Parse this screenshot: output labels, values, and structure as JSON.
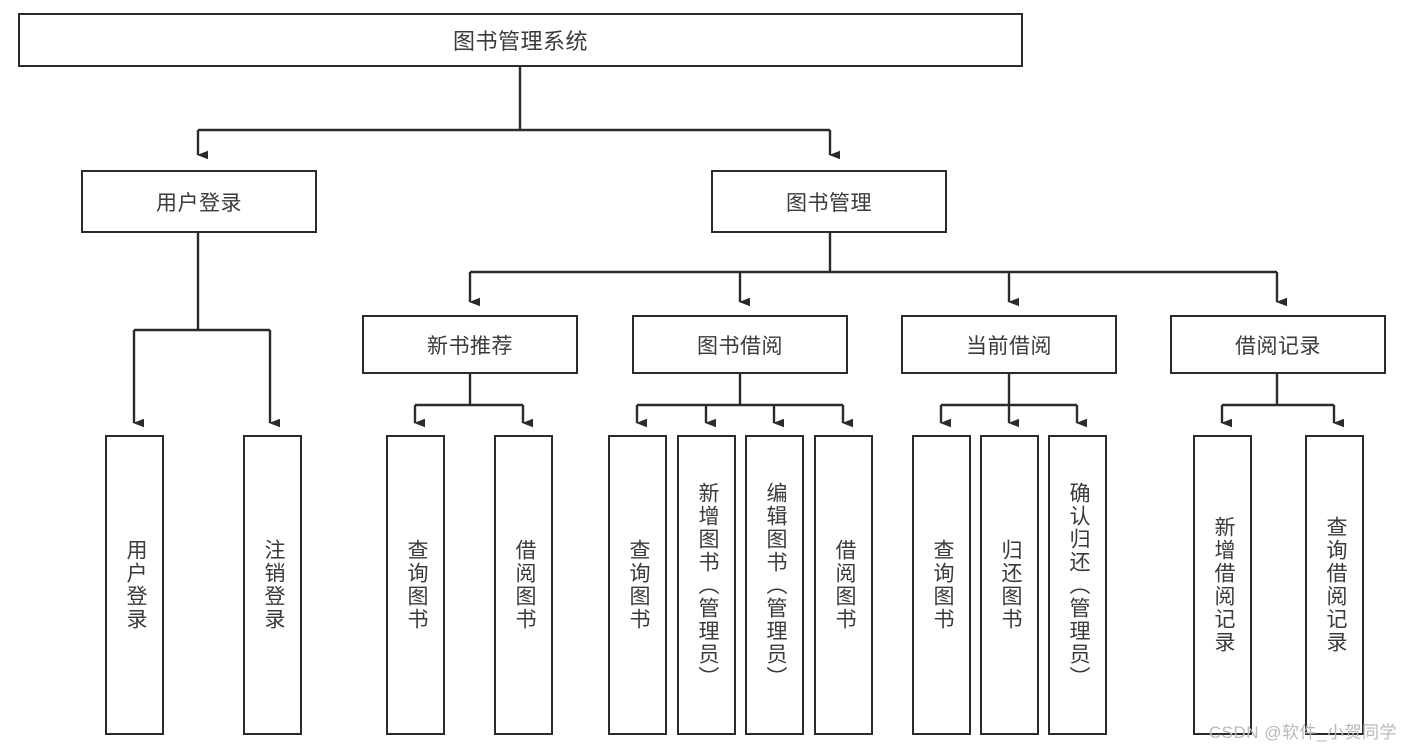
{
  "diagram": {
    "title": "图书管理系统",
    "type": "tree-hierarchy-diagram",
    "colors": {
      "stroke": "#2b2b2b",
      "text": "#3a3a3a",
      "background": "#ffffff",
      "watermark": "#b9b9b9"
    },
    "levels": {
      "root": {
        "label": "图书管理系统"
      },
      "level2": [
        {
          "id": "user-login",
          "label": "用户登录"
        },
        {
          "id": "book-management",
          "label": "图书管理"
        }
      ],
      "level3": [
        {
          "id": "new-book-recommend",
          "label": "新书推荐"
        },
        {
          "id": "book-borrow",
          "label": "图书借阅"
        },
        {
          "id": "current-borrow",
          "label": "当前借阅"
        },
        {
          "id": "borrow-record",
          "label": "借阅记录"
        }
      ],
      "leaves": {
        "user_login": [
          {
            "id": "leaf-user-login",
            "label": "用户登录"
          },
          {
            "id": "leaf-logout-login",
            "label": "注销登录"
          }
        ],
        "new_book_recommend": [
          {
            "id": "leaf-query-book-1",
            "label": "查询图书"
          },
          {
            "id": "leaf-borrow-book-1",
            "label": "借阅图书"
          }
        ],
        "book_borrow": [
          {
            "id": "leaf-query-book-2",
            "label": "查询图书"
          },
          {
            "id": "leaf-add-book-admin",
            "label": "新增图书（管理员）"
          },
          {
            "id": "leaf-edit-book-admin",
            "label": "编辑图书（管理员）"
          },
          {
            "id": "leaf-borrow-book-2",
            "label": "借阅图书"
          }
        ],
        "current_borrow": [
          {
            "id": "leaf-query-book-3",
            "label": "查询图书"
          },
          {
            "id": "leaf-return-book",
            "label": "归还图书"
          },
          {
            "id": "leaf-confirm-return-admin",
            "label": "确认归还（管理员）"
          }
        ],
        "borrow_record": [
          {
            "id": "leaf-add-borrow-record",
            "label": "新增借阅记录"
          },
          {
            "id": "leaf-query-borrow-record",
            "label": "查询借阅记录"
          }
        ]
      }
    }
  },
  "watermark": {
    "text": "CSDN @软件_小贺同学"
  }
}
